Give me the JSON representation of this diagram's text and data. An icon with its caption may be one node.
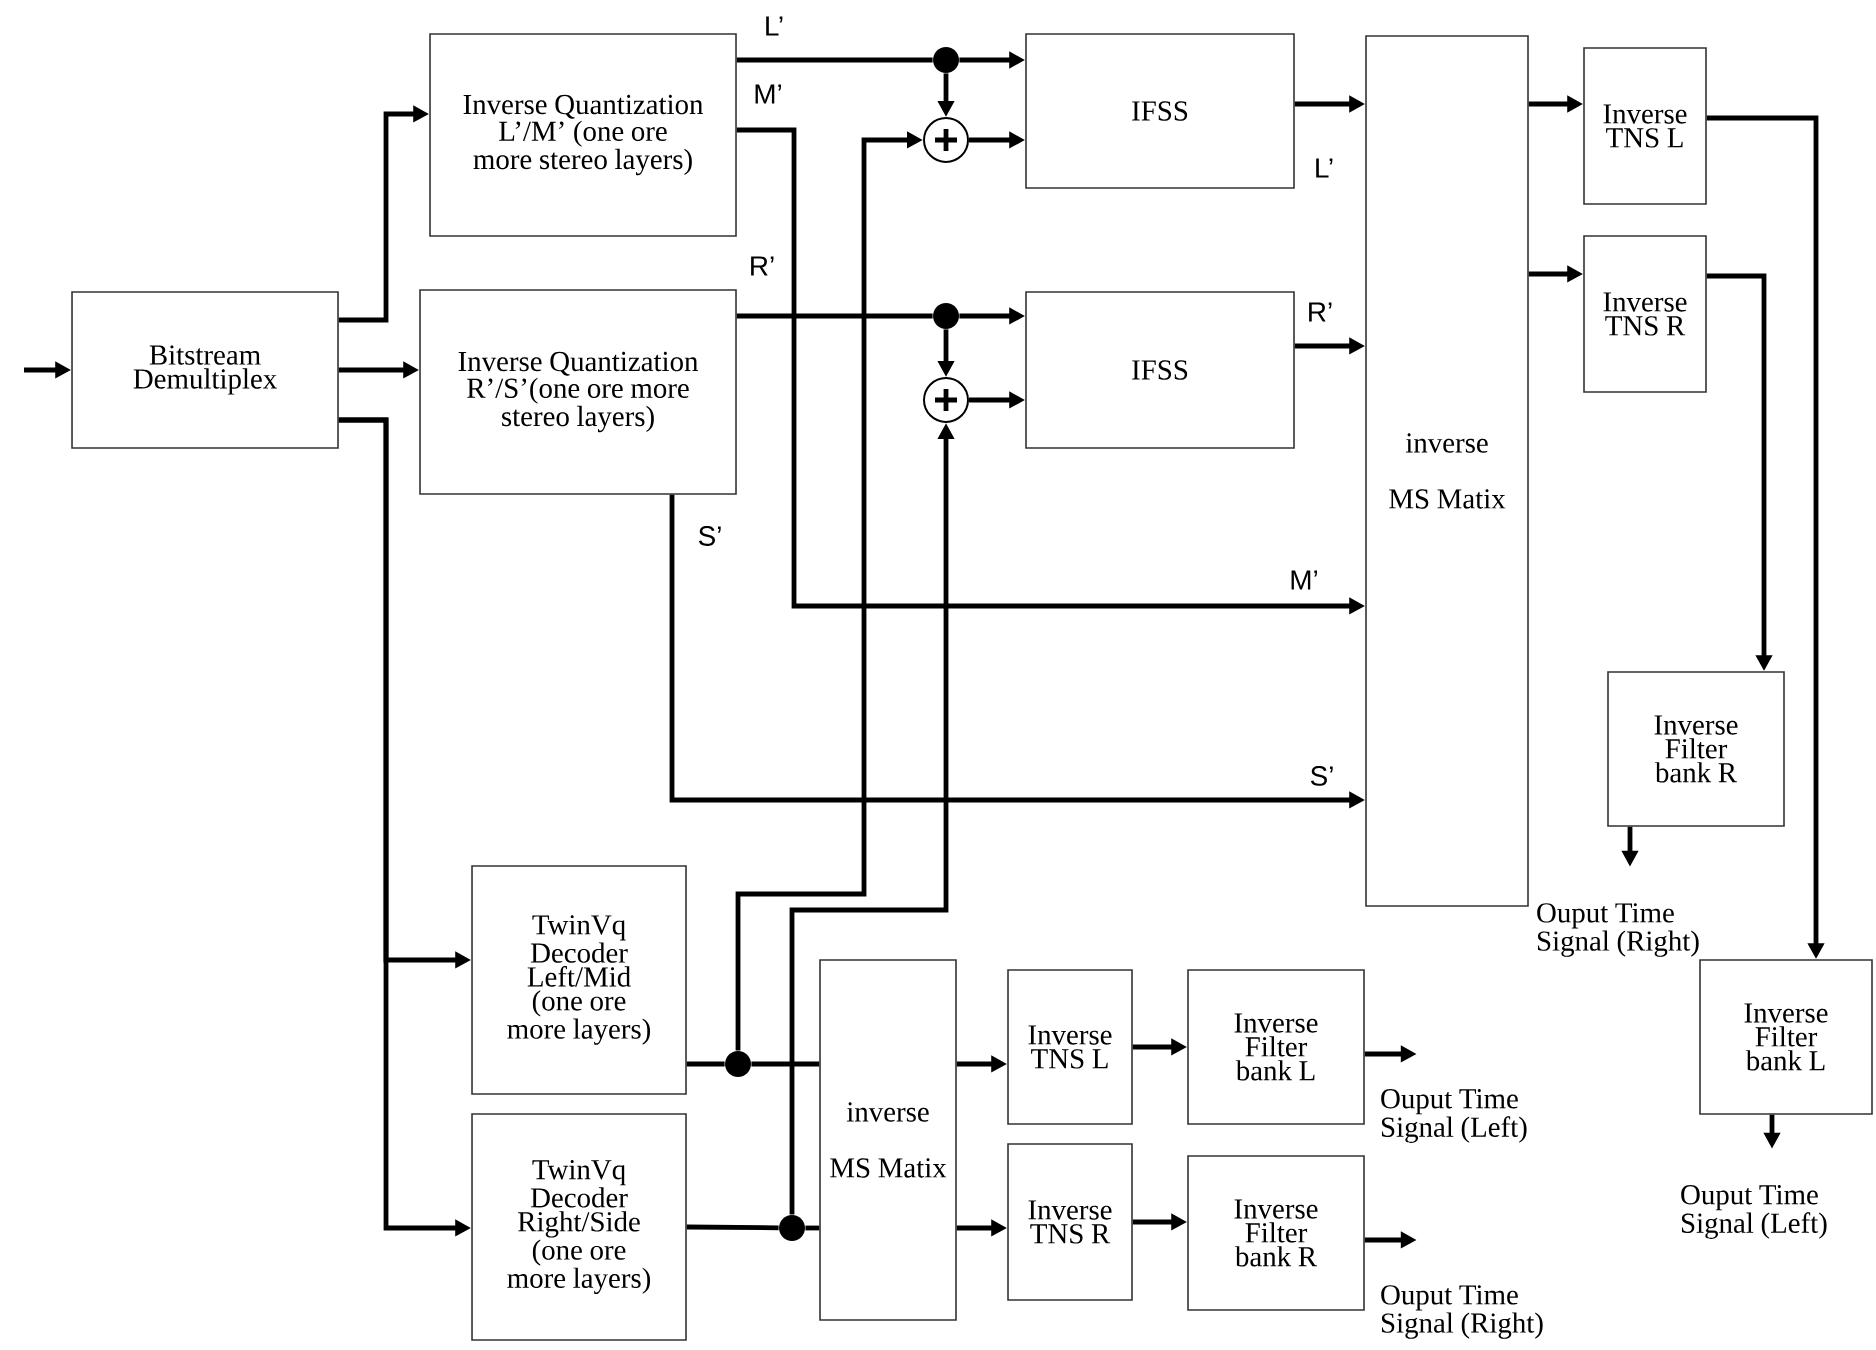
{
  "diagram": {
    "nodes": [
      {
        "text": [
          "Bitstream Demultiplex"
        ]
      },
      {
        "text": [
          "Inverse Quantization L’/M’ (one ore more stereo layers)"
        ]
      },
      {
        "text": [
          "Inverse Quantization R’/S’(one ore more stereo layers)"
        ]
      },
      {
        "text": [],
        "shape": "dot"
      },
      {
        "text": [],
        "shape": "circle"
      },
      {
        "text": [
          "IFSS"
        ]
      },
      {
        "text": [],
        "shape": "dot"
      },
      {
        "text": [],
        "shape": "circle"
      },
      {
        "text": [
          "IFSS"
        ]
      },
      {
        "text": [
          "inverse",
          "MS Matix"
        ]
      },
      {
        "text": [
          "Inverse TNS L"
        ]
      },
      {
        "text": [
          "Inverse TNS R"
        ]
      },
      {
        "text": [
          "Inverse Filter bank R"
        ]
      },
      {
        "text": [
          "Inverse Filter bank L"
        ],
        "beside": [
          "Ouput Time Signal (Left)"
        ]
      },
      {
        "text": [
          "TwinVq Decoder Left/Mid (one ore more layers)"
        ]
      },
      {
        "text": [
          "TwinVq Decoder Right/Side (one ore more layers)"
        ]
      },
      {
        "text": [],
        "shape": "dot"
      },
      {
        "text": [],
        "shape": "dot"
      },
      {
        "text": [
          "inverse",
          "MS Matix"
        ]
      },
      {
        "text": [
          "Inverse TNS L"
        ]
      },
      {
        "text": [
          "Inverse TNS R"
        ]
      },
      {
        "text": [
          "Inverse Filter bank L"
        ],
        "beside": [
          "Ouput Time Signal (Left)"
        ]
      },
      {
        "text": [
          "Inverse Filter bank R"
        ],
        "beside": [
          "Ouput Time Signal (Right)"
        ]
      }
    ],
    "edges": [
      {
        "from": null,
        "to": 0,
        "arrow": "to"
      },
      {
        "from": 0,
        "to": 1,
        "arrow": "to"
      },
      {
        "from": 0,
        "to": 2,
        "arrow": "to"
      },
      {
        "from": 0,
        "to": 14,
        "arrow": "to"
      },
      {
        "from": 0,
        "to": 15,
        "arrow": "to"
      },
      {
        "from": 1,
        "to": 3,
        "arrow": "none",
        "label": "L’"
      },
      {
        "from": 3,
        "to": 5,
        "arrow": "to"
      },
      {
        "from": 3,
        "to": 4,
        "arrow": "to"
      },
      {
        "from": 4,
        "to": 5,
        "arrow": "to"
      },
      {
        "from": 1,
        "to": 9,
        "arrow": "to",
        "label": "M’"
      },
      {
        "from": 2,
        "to": 6,
        "arrow": "none",
        "label": "R’"
      },
      {
        "from": 6,
        "to": 8,
        "arrow": "to"
      },
      {
        "from": 6,
        "to": 7,
        "arrow": "to"
      },
      {
        "from": 7,
        "to": 8,
        "arrow": "to"
      },
      {
        "from": 2,
        "to": 9,
        "arrow": "to",
        "label": "S’"
      },
      {
        "from": 5,
        "to": 9,
        "arrow": "to",
        "label": "L’"
      },
      {
        "from": 8,
        "to": 9,
        "arrow": "to",
        "label": "R’"
      },
      {
        "from": 9,
        "to": 10,
        "arrow": "to"
      },
      {
        "from": 9,
        "to": 11,
        "arrow": "to"
      },
      {
        "from": 11,
        "to": 12,
        "arrow": "to"
      },
      {
        "from": 10,
        "to": 13,
        "arrow": "to"
      },
      {
        "from": 12,
        "to": null,
        "arrow": "to"
      },
      {
        "from": 13,
        "to": null,
        "arrow": "to"
      },
      {
        "from": 14,
        "to": 16,
        "arrow": "none"
      },
      {
        "from": 16,
        "to": 18,
        "arrow": "none"
      },
      {
        "from": 16,
        "to": 4,
        "arrow": "to"
      },
      {
        "from": 15,
        "to": 17,
        "arrow": "none"
      },
      {
        "from": 17,
        "to": 18,
        "arrow": "none"
      },
      {
        "from": 17,
        "to": 7,
        "arrow": "to"
      },
      {
        "from": 18,
        "to": 19,
        "arrow": "to"
      },
      {
        "from": 18,
        "to": 20,
        "arrow": "to"
      },
      {
        "from": 19,
        "to": 21,
        "arrow": "to"
      },
      {
        "from": 20,
        "to": 22,
        "arrow": "to"
      },
      {
        "from": 21,
        "to": null,
        "arrow": "to"
      },
      {
        "from": 22,
        "to": null,
        "arrow": "to"
      }
    ],
    "labels": [
      "M’",
      "S’",
      "Ouput Time Signal (Right)"
    ]
  }
}
